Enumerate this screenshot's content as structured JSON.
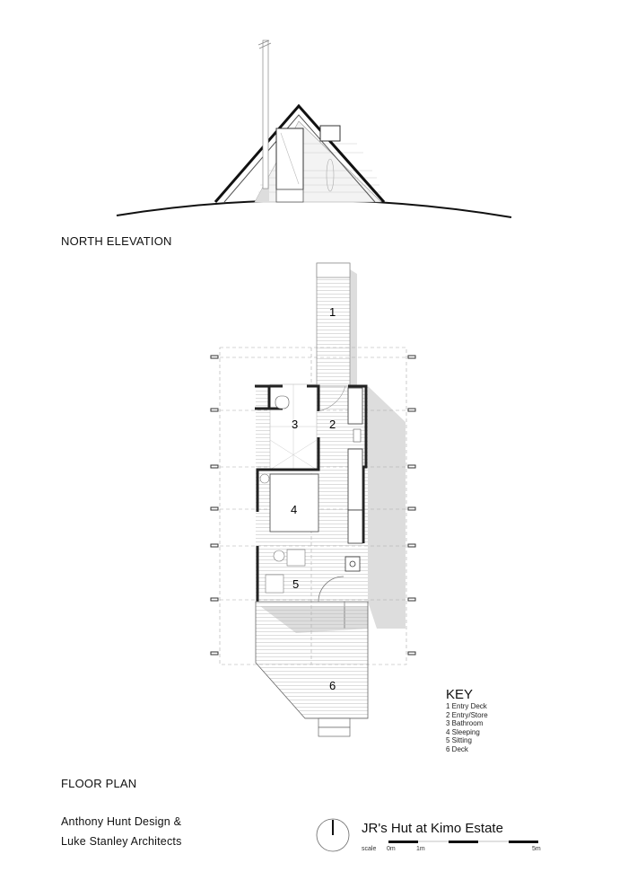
{
  "elevation": {
    "label": "NORTH ELEVATION"
  },
  "floor_plan": {
    "label": "FLOOR PLAN",
    "room_numbers": [
      "1",
      "2",
      "3",
      "4",
      "5",
      "6"
    ]
  },
  "key": {
    "title": "KEY",
    "items": [
      "1 Entry Deck",
      "2 Entry/Store",
      "3 Bathroom",
      "4 Sleeping",
      "5 Sitting",
      "6 Deck"
    ]
  },
  "credits": {
    "line1": "Anthony Hunt Design &",
    "line2": "Luke Stanley Architects"
  },
  "project_title": "JR's Hut at Kimo Estate",
  "scale": {
    "label": "scale",
    "ticks": [
      "0m",
      "1m",
      "5m"
    ]
  }
}
